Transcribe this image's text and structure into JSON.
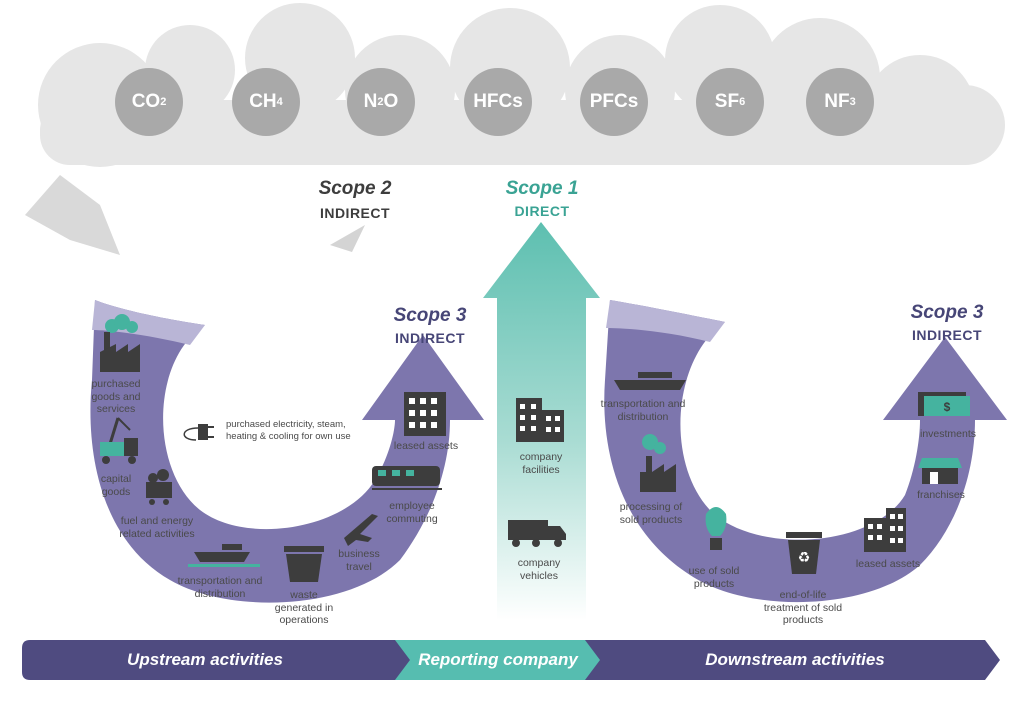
{
  "gases": [
    {
      "base": "CO",
      "sub": "2"
    },
    {
      "base": "CH",
      "sub": "4"
    },
    {
      "base": "N",
      "sub": "2",
      "tail": "O"
    },
    {
      "base": "HFCs",
      "sub": ""
    },
    {
      "base": "PFCs",
      "sub": ""
    },
    {
      "base": "SF",
      "sub": "6"
    },
    {
      "base": "NF",
      "sub": "3"
    }
  ],
  "scopes": {
    "scope2": {
      "title": "Scope 2",
      "subtitle": "INDIRECT"
    },
    "scope1": {
      "title": "Scope 1",
      "subtitle": "DIRECT"
    },
    "scope3_upstream": {
      "title": "Scope 3",
      "subtitle": "INDIRECT"
    },
    "scope3_downstream": {
      "title": "Scope 3",
      "subtitle": "INDIRECT"
    }
  },
  "upstream": {
    "purchased_goods": "purchased goods and services",
    "capital_goods": "capital goods",
    "fuel_energy": "fuel and energy related activities",
    "transportation": "transportation and distribution",
    "waste": "waste generated in operations",
    "business_travel": "business travel",
    "employee_commuting": "employee commuting",
    "leased_assets": "leased assets",
    "purchased_electricity": "purchased electricity, steam, heating & cooling for own use"
  },
  "reporting": {
    "facilities": "company facilities",
    "vehicles": "company vehicles"
  },
  "downstream": {
    "transportation": "transportation and distribution",
    "processing": "processing of sold products",
    "use": "use of sold products",
    "end_of_life": "end-of-life treatment of sold products",
    "leased_assets": "leased assets",
    "franchises": "franchises",
    "investments": "investments"
  },
  "band": {
    "upstream": "Upstream activities",
    "reporting": "Reporting company",
    "downstream": "Downstream activities"
  },
  "colors": {
    "purple": "#7d76ad",
    "purple_light": "#b9b5d6",
    "navy": "#474677",
    "teal": "#5dbfb0",
    "teal_text": "#3aa394",
    "cloud": "#e6e6e6",
    "gas": "#a9a9a9",
    "icon": "#3d3d3d",
    "icon_teal": "#45b39f"
  }
}
